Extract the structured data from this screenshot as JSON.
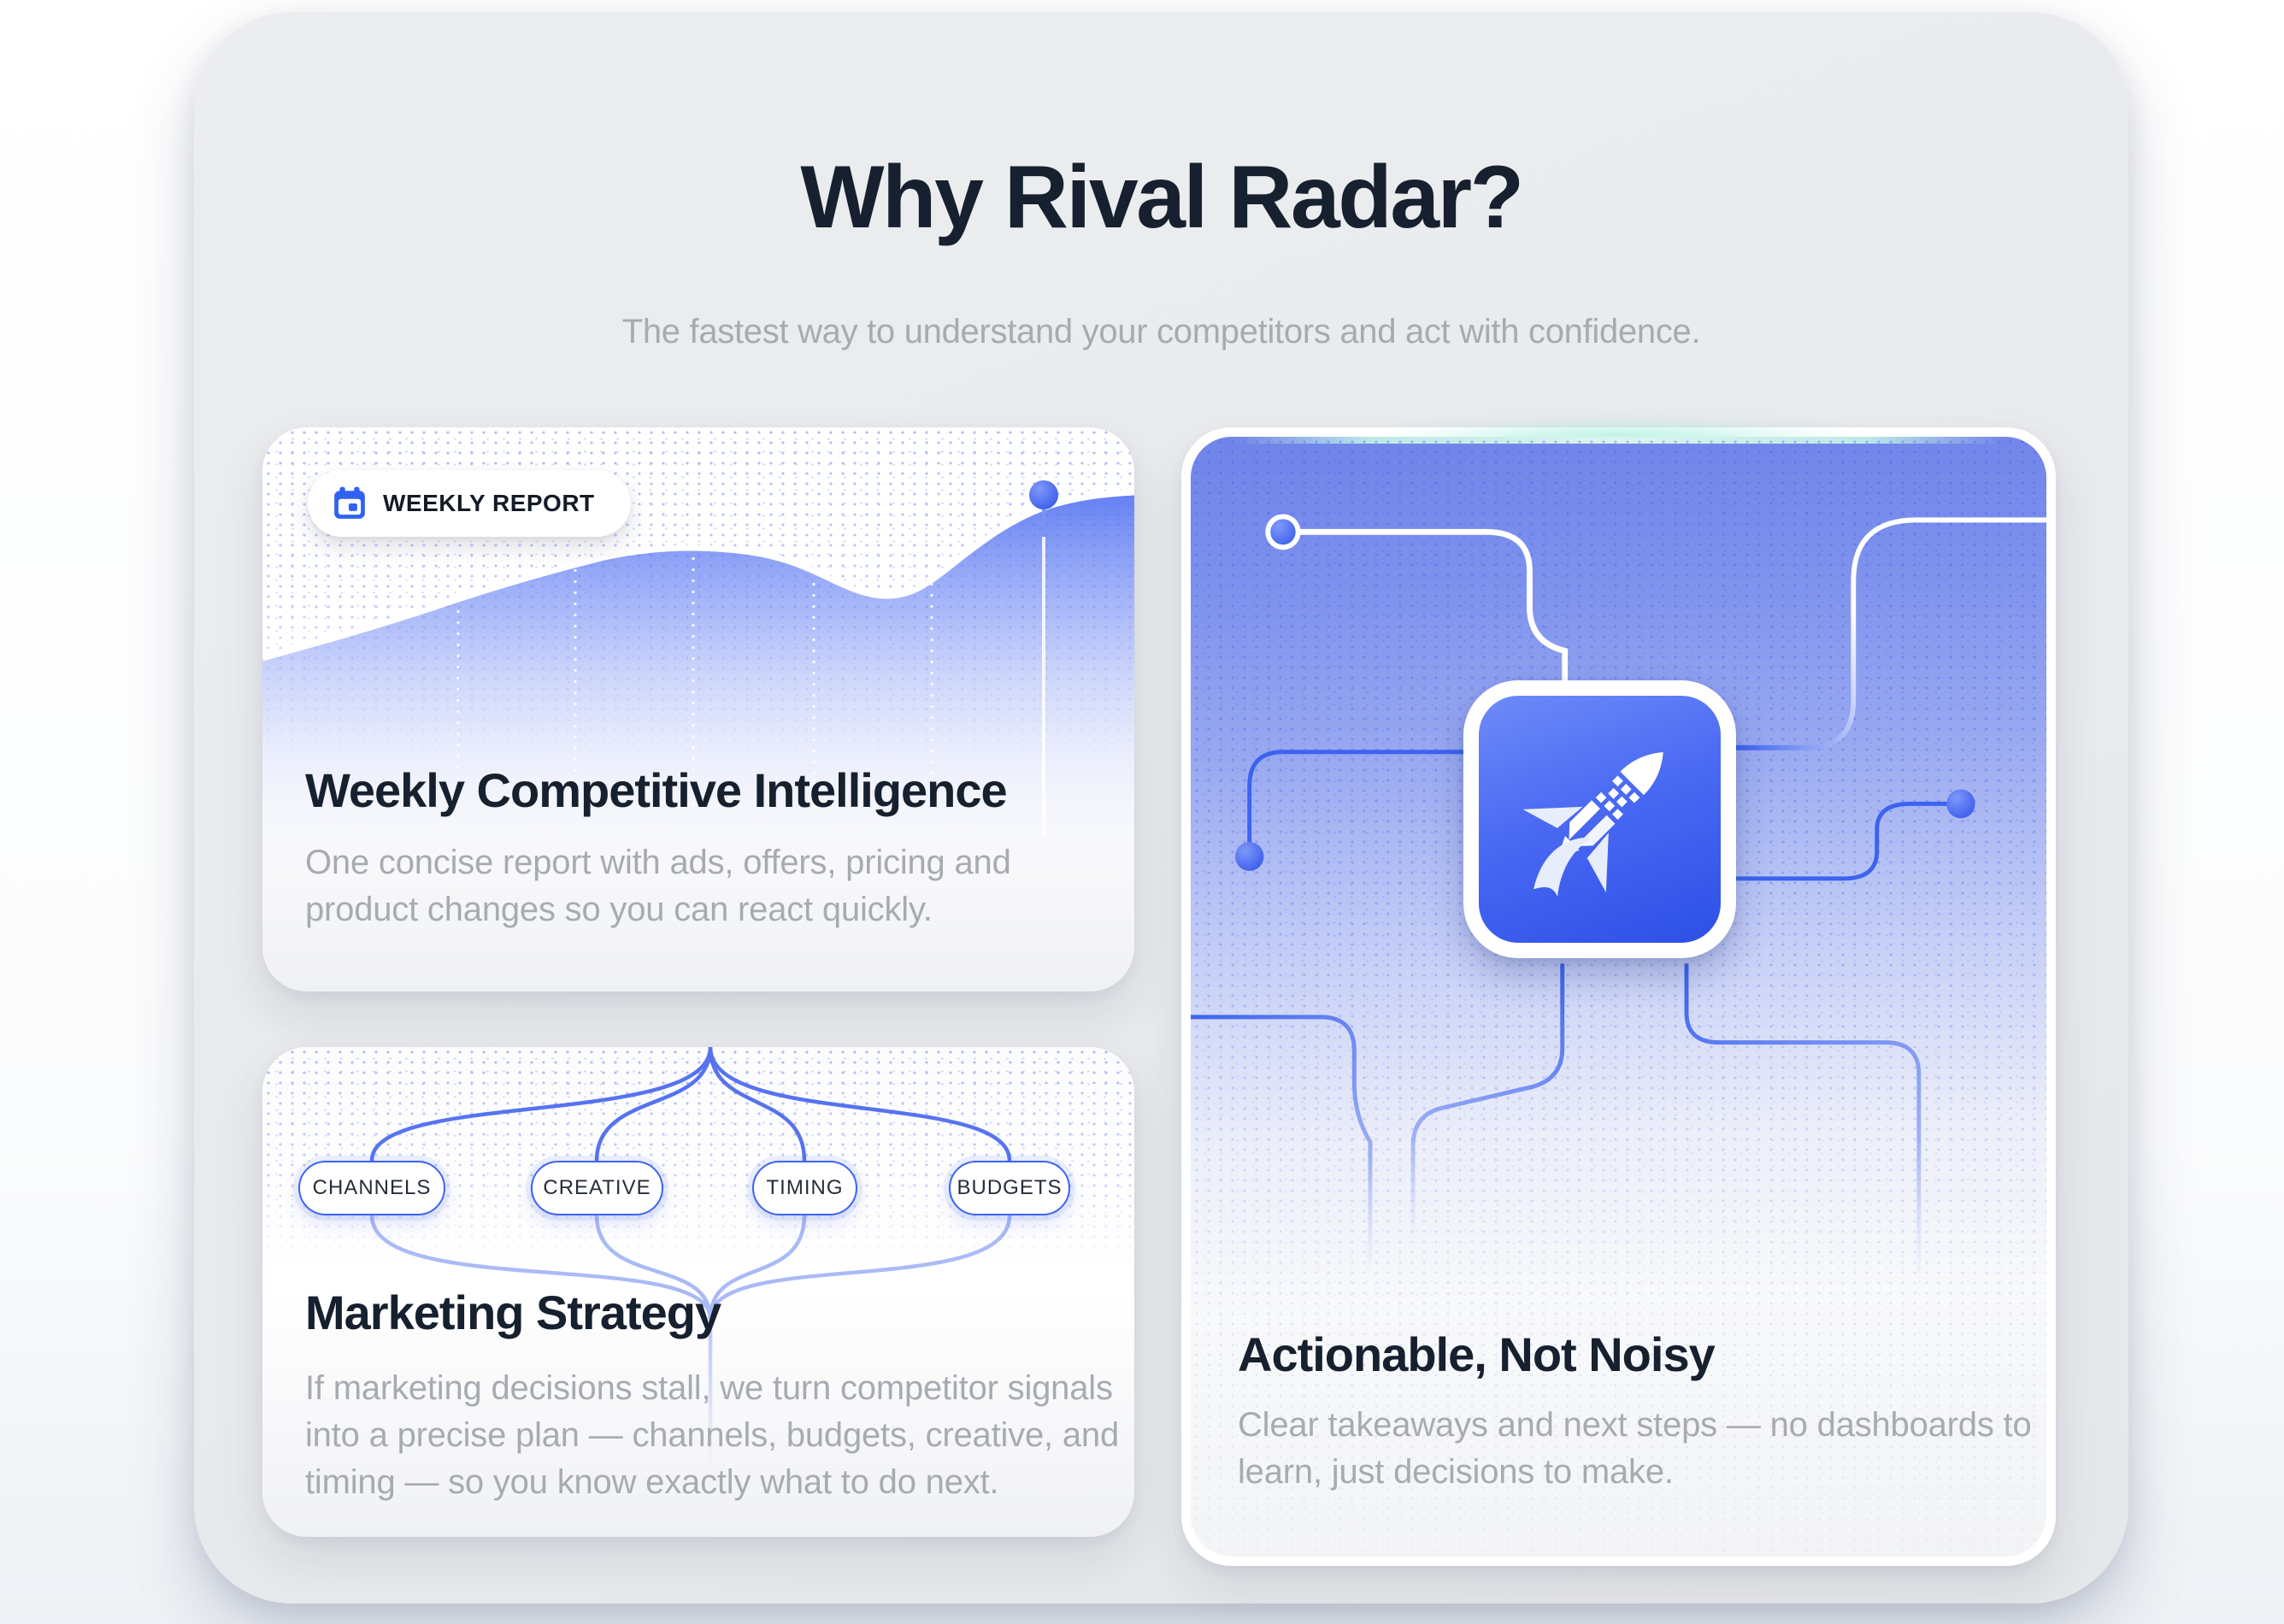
{
  "header": {
    "title": "Why Rival Radar?",
    "subtitle": "The fastest way to understand your competitors and act with confidence."
  },
  "cards": {
    "weekly": {
      "badge_label": "WEEKLY REPORT",
      "title": "Weekly Competitive Intelligence",
      "desc_lines": [
        "One concise report with ads, offers, pricing and",
        "product changes so you can react quickly."
      ]
    },
    "strategy": {
      "title": "Marketing Strategy",
      "pills": [
        "CHANNELS",
        "CREATIVE",
        "TIMING",
        "BUDGETS"
      ],
      "desc_lines": [
        "If marketing decisions stall, we turn competitor signals",
        "into a precise plan — channels, budgets, creative, and",
        "timing — so you know exactly what to do next."
      ]
    },
    "actionable": {
      "title": "Actionable, Not Noisy",
      "desc_lines": [
        "Clear takeaways and next steps — no dashboards to",
        "learn, just decisions to make."
      ]
    }
  },
  "icons": {
    "weekly_badge": "calendar-icon",
    "actionable_feature": "rocket-icon"
  },
  "colors": {
    "accent_blue": "#3E63F0",
    "deep_navy": "#16202E",
    "text_gray": "#A6ABB2",
    "mint_glow": "#BDEFE2",
    "card_bg": "#FFFFFF",
    "section_bg": "#E8EAED"
  }
}
